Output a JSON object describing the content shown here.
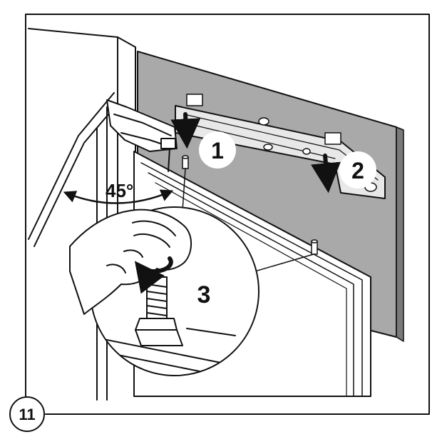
{
  "figure": {
    "number": "11",
    "angle_label": "45°",
    "steps": [
      "1",
      "2",
      "3"
    ]
  },
  "colors": {
    "line": "#111111",
    "panel_grey": "#a9a9a9",
    "bubble_white": "#ffffff",
    "background": "#ffffff"
  },
  "icons": [
    "curved-double-arrow-icon",
    "down-arrow-icon",
    "rotate-arrow-icon"
  ]
}
